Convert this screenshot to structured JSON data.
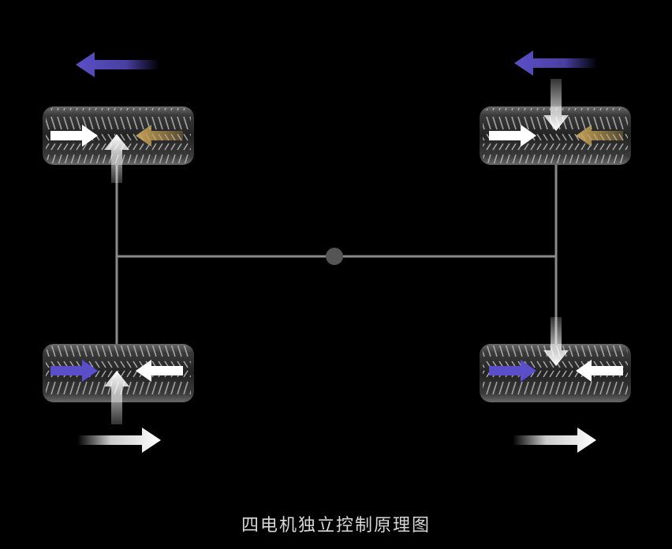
{
  "caption": "四电机独立控制原理图",
  "colors": {
    "background": "#000000",
    "frame": "#8a8a8a",
    "center_dot": "#555555",
    "white_arrow": "#ffffff",
    "purple_arrow": "#5b4fc9",
    "gold_arrow": "#c7a257",
    "tire_dark": "#2b2b2b",
    "tire_light": "#9a9a9a"
  },
  "wheels": [
    {
      "id": "front-left",
      "position": "front-left"
    },
    {
      "id": "front-right",
      "position": "front-right"
    },
    {
      "id": "rear-left",
      "position": "rear-left"
    },
    {
      "id": "rear-right",
      "position": "rear-right"
    }
  ],
  "arrows": {
    "front_motion": {
      "color": "purple",
      "direction": "left"
    },
    "rear_motion": {
      "color": "white",
      "direction": "right"
    },
    "front_left_tire": [
      "white-right",
      "white-up",
      "gold-left"
    ],
    "front_right_tire": [
      "white-down",
      "white-right",
      "gold-left"
    ],
    "rear_left_tire": [
      "purple-right",
      "white-up",
      "white-left"
    ],
    "rear_right_tire": [
      "white-down",
      "purple-right",
      "white-left"
    ]
  }
}
